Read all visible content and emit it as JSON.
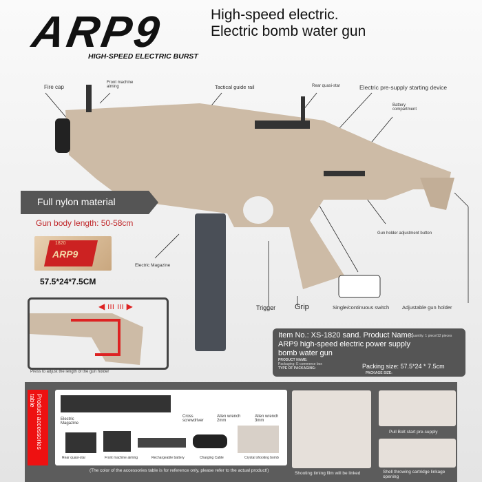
{
  "logo": {
    "text": "ARP9",
    "subtitle": "HIGH-SPEED ELECTRIC BURST"
  },
  "headline": "High-speed electric. Electric bomb water gun",
  "callouts": {
    "fire_cap": "Fire cap",
    "front_sight": "Front machine aiming",
    "tactical_rail": "Tactical guide rail",
    "rear_sight": "Rear quasi-star",
    "pre_supply": "Electric pre-supply starting device",
    "battery": "Battery compartment",
    "holder_button": "Gun holder adjustment button",
    "magazine": "Electric Magazine",
    "trigger": "Trigger",
    "grip": "Grip",
    "switch": "Single/continuous switch",
    "adjustable_holder": "Adjustable gun holder"
  },
  "features": {
    "material": "Full nylon material",
    "body_length": "Gun body length: 50-58cm",
    "box_number": "1820",
    "box_logo": "ARP9",
    "box_size": "57.5*24*7.5CM",
    "stock_caption": "Press to adjust the length of the gun holder"
  },
  "info": {
    "line1": "Item No.: XS-1820 sand. Product Name:",
    "quantity": "Quantity: 1 piece/12 pieces",
    "line2": "ARP9 high-speed electric power supply",
    "line3": "bomb water gun",
    "product_name_label": "PRODUCT NAME:",
    "packaging": "Packaging: E-commerce box",
    "packaging_label": "TYPE OF PACKAGING:",
    "packing_size": "Packing size: 57.5*24 * 7.5cm",
    "package_size_label": "PACKAGE SIZE:"
  },
  "accessories": {
    "title": "Product accessories table",
    "items": [
      "Electric Magazine",
      "Cross screwdriver",
      "Allen wrench 2mm",
      "Allen wrench 3mm",
      "Rear quasi-star",
      "Front machine aiming",
      "Rechargeable battery",
      "Charging Cable",
      "Crystal shooting bomb"
    ],
    "note": "(The color of the accessories table is for reference only, please refer to the actual product!)"
  },
  "details": {
    "timing": "Shooting timing film will be linked",
    "pull_bolt": "Pull Bolt start pre-supply",
    "shell": "Shell throwing cartridge linkage opening"
  },
  "colors": {
    "tan": "#cdbba6",
    "accent_red": "#dd1111",
    "panel_gray": "#5c5c5c"
  }
}
